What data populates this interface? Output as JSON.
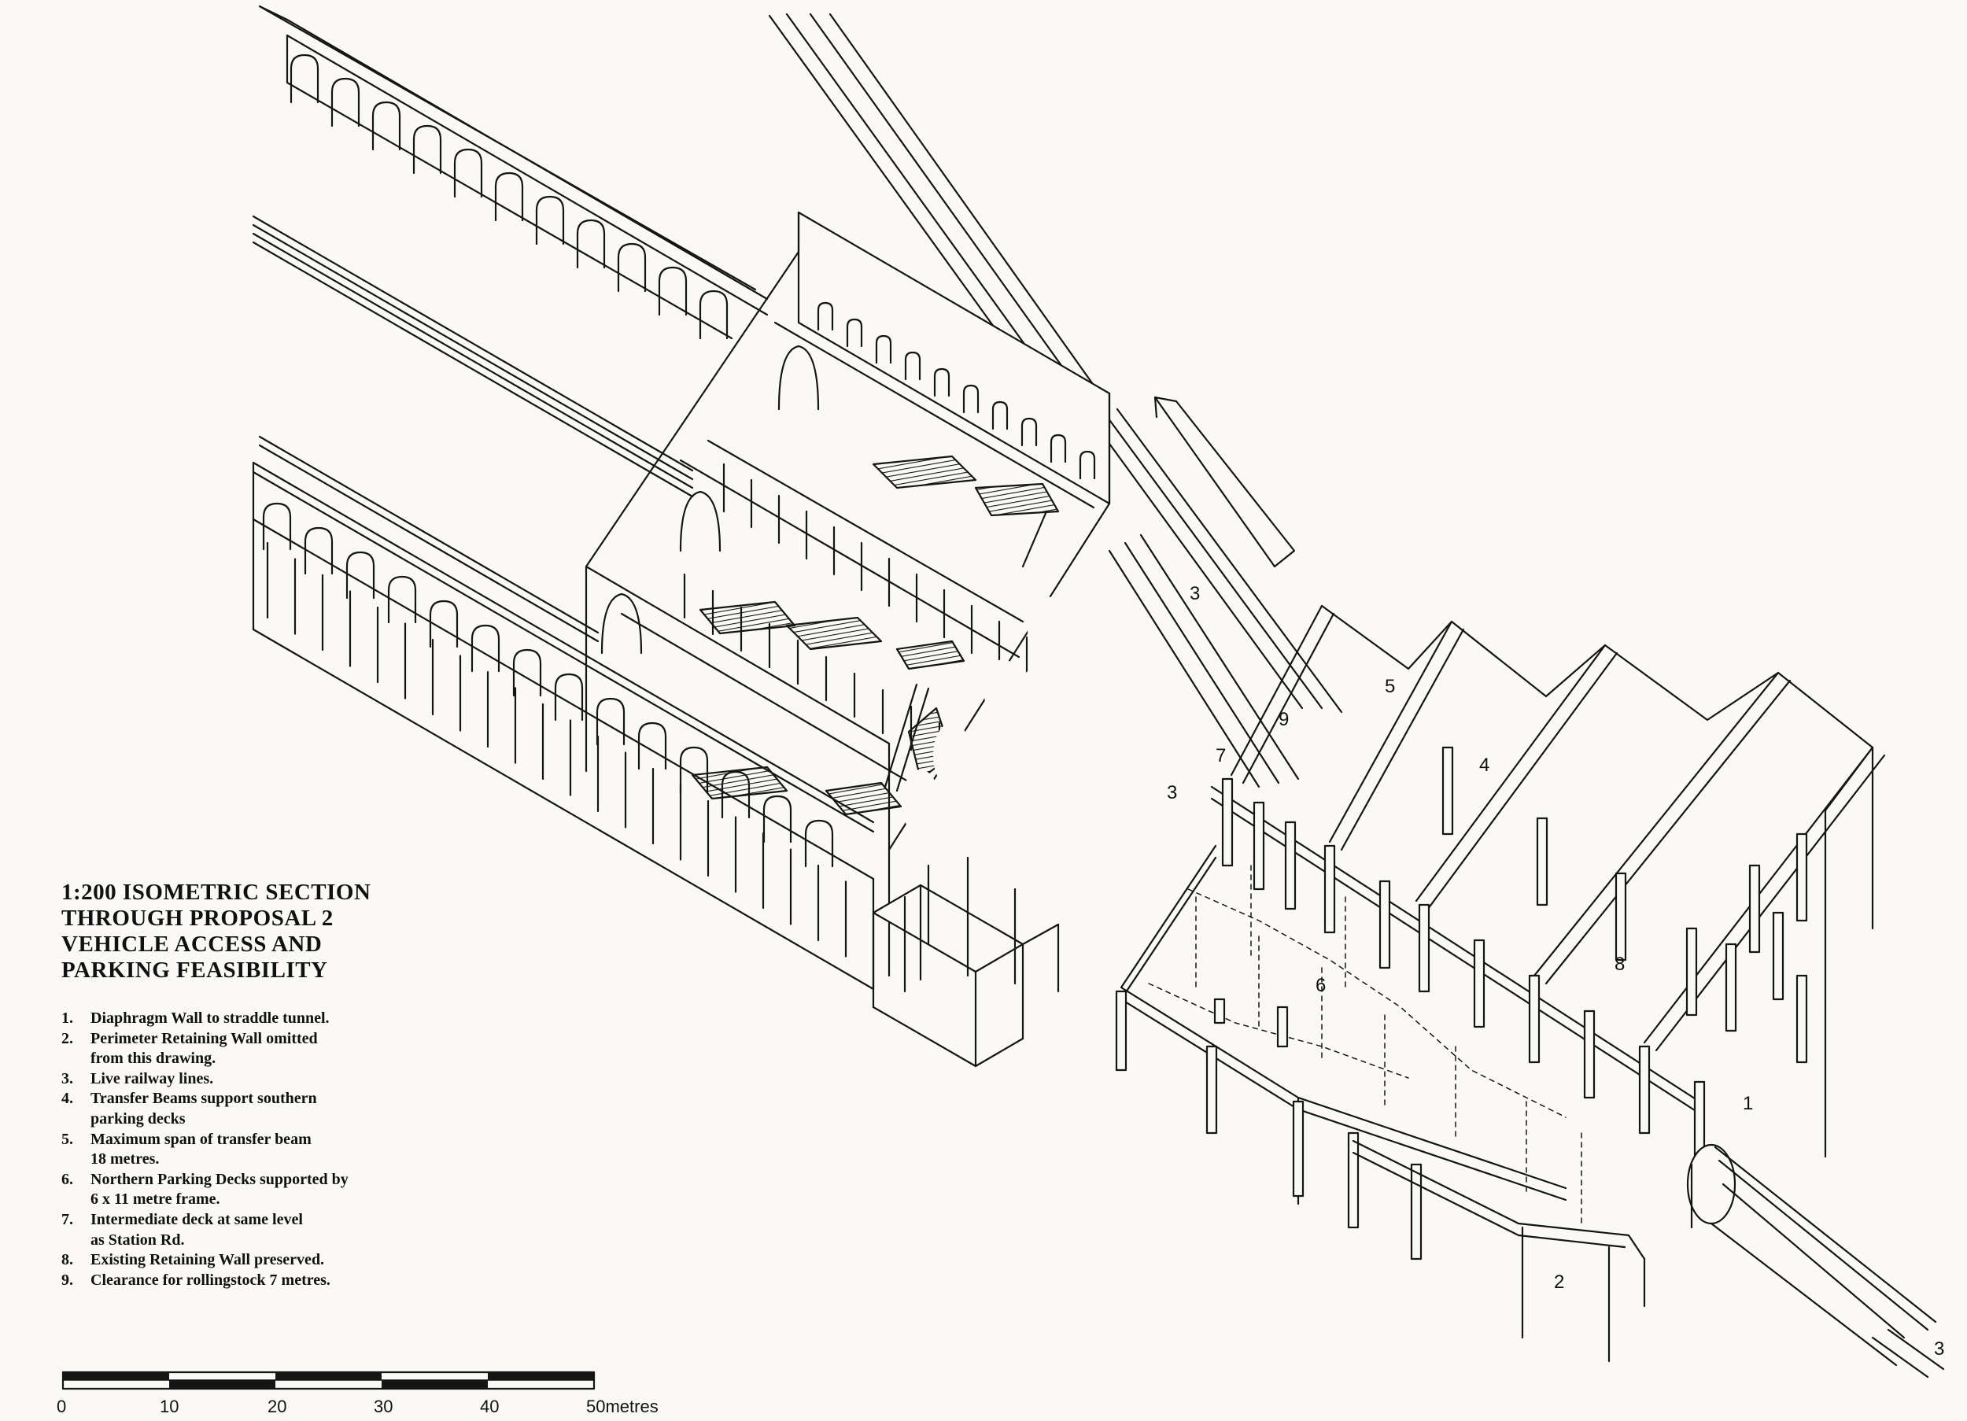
{
  "title_lines": [
    "1:200 ISOMETRIC SECTION",
    "THROUGH PROPOSAL 2",
    "VEHICLE ACCESS AND",
    "PARKING FEASIBILITY"
  ],
  "notes": [
    {
      "num": "1.",
      "text": "Diaphragm Wall to straddle tunnel."
    },
    {
      "num": "2.",
      "text": "Perimeter Retaining Wall omitted\nfrom this drawing."
    },
    {
      "num": "3.",
      "text": "Live railway lines."
    },
    {
      "num": "4.",
      "text": "Transfer Beams support southern\nparking decks"
    },
    {
      "num": "5.",
      "text": "Maximum span of transfer beam\n18 metres."
    },
    {
      "num": "6.",
      "text": "Northern Parking Decks supported by\n6 x 11 metre frame."
    },
    {
      "num": "7.",
      "text": "Intermediate deck at same level\nas Station Rd."
    },
    {
      "num": "8.",
      "text": "Existing Retaining Wall preserved."
    },
    {
      "num": "9.",
      "text": "Clearance for rollingstock 7 metres."
    }
  ],
  "scale_bar": {
    "labels": [
      "0",
      "10",
      "20",
      "30",
      "40",
      "50metres"
    ]
  },
  "callouts": {
    "c1": "1",
    "c2": "2",
    "c3_tunnel": "3",
    "c3_upper": "3",
    "c3_lower": "3",
    "c4": "4",
    "c5": "5",
    "c6": "6",
    "c7": "7",
    "c8": "8",
    "c9": "9"
  }
}
